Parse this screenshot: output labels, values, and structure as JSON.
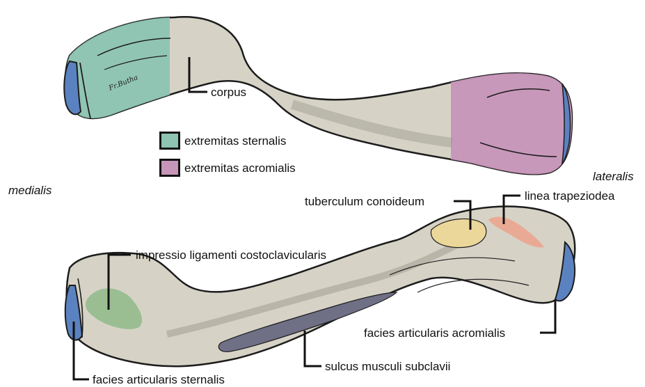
{
  "labels": {
    "corpus": "corpus",
    "medialis": "medialis",
    "lateralis": "lateralis",
    "tuberculum": "tuberculum conoideum",
    "linea": "linea trapeziodea",
    "impressio": "impressio ligamenti costoclavicularis",
    "facies_acromialis": "facies articularis acromialis",
    "sulcus": "sulcus musculi subclavii",
    "facies_sternalis": "facies articularis sternalis"
  },
  "legend": [
    {
      "label": "extremitas sternalis",
      "color": "#8dc4b2"
    },
    {
      "label": "extremitas acromialis",
      "color": "#c795b9"
    }
  ],
  "signature": "Fr.Butha",
  "colors": {
    "bone": "#d6d3c6",
    "bone_shadow": "#a8a49a",
    "articular": "#5b82c0",
    "sternal": "#8dc4b2",
    "acromial": "#c795b9",
    "tuberculum": "#ecd79a",
    "linea": "#eaa892",
    "impressio": "#8fba88",
    "sulcus": "#6f6f86"
  }
}
